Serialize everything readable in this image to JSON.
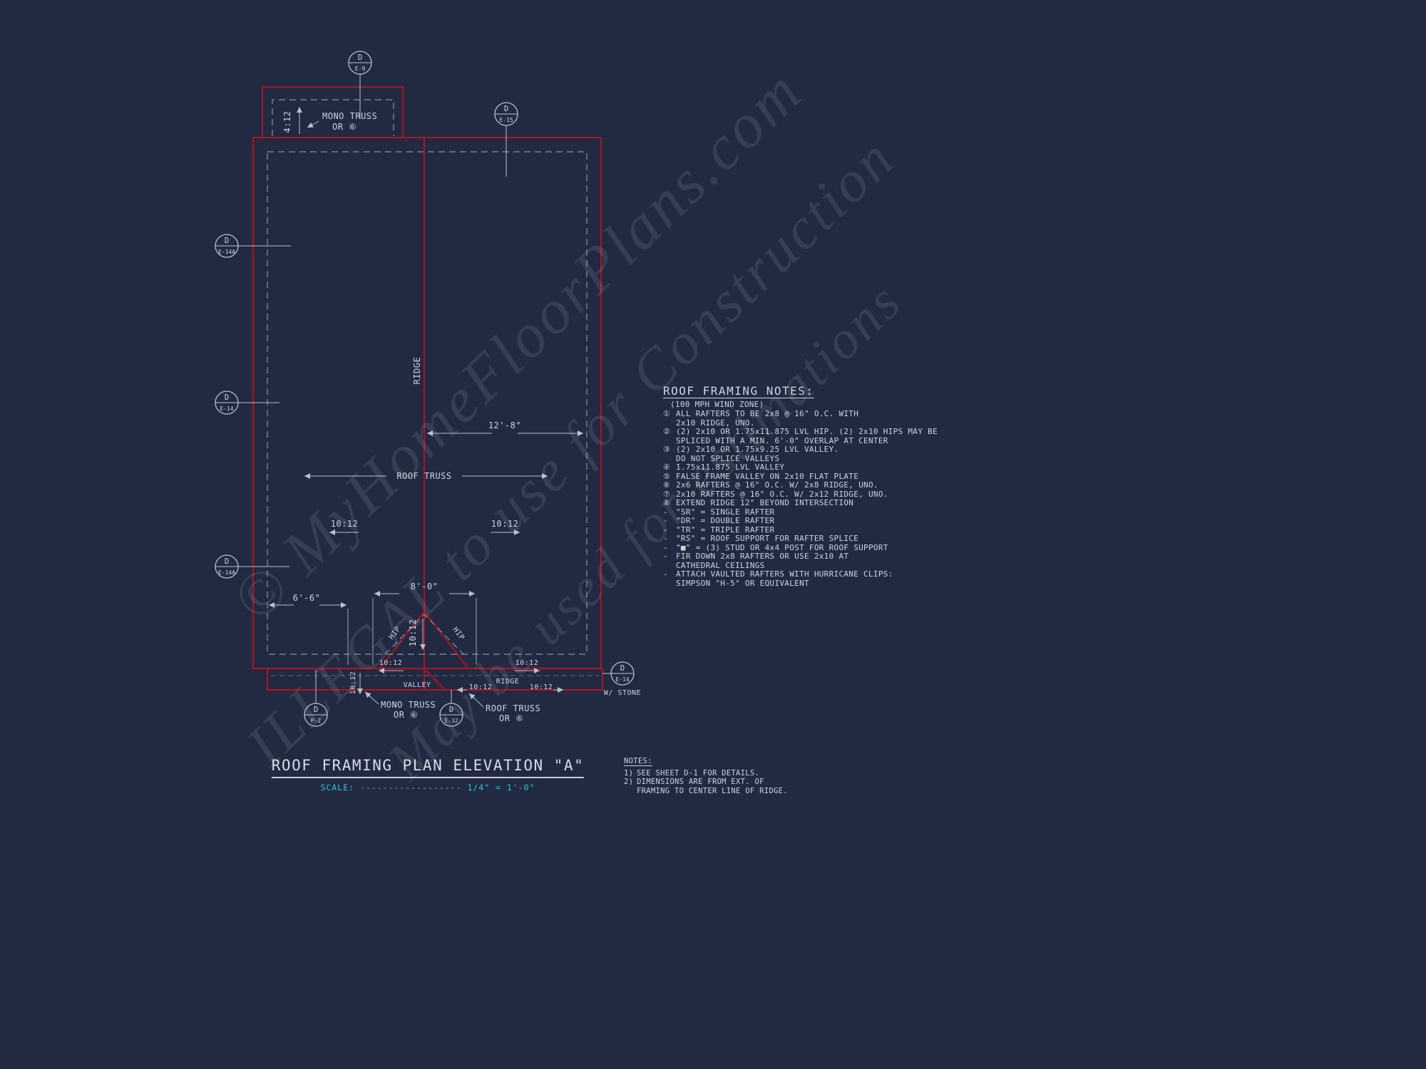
{
  "colors": {
    "background": "#212a40",
    "red_line": "#b01226",
    "line": "#b9c0d0",
    "text": "#ccd3e2",
    "scale_cyan": "#2bc7d8"
  },
  "watermark": {
    "line1": "© MyHomeFloorPlans.com",
    "line2": "ILLEGAL to use for Construction",
    "line3": "May be used for estimations"
  },
  "callouts": {
    "e9": {
      "letter": "D",
      "label": "E-9"
    },
    "e15": {
      "letter": "D",
      "label": "E-15"
    },
    "e14a_top": {
      "letter": "D",
      "label": "E-14A"
    },
    "e14_left": {
      "letter": "D",
      "label": "E-14"
    },
    "e14a_bottom": {
      "letter": "D",
      "label": "E-14A"
    },
    "p2": {
      "letter": "D",
      "label": "P-2"
    },
    "e32": {
      "letter": "D",
      "label": "E-32"
    },
    "e14_right": {
      "letter": "D",
      "label": "E-14",
      "note": "W/ STONE"
    }
  },
  "plan_labels": {
    "mono_truss_top_1": "MONO TRUSS",
    "mono_truss_top_2": "OR ⑥",
    "pitch_4_12": "4:12",
    "ridge_vertical": "RIDGE",
    "dim_12_8": "12'-8\"",
    "roof_truss": "ROOF TRUSS",
    "pitch_left": "10:12",
    "pitch_right": "10:12",
    "dim_8_0": "8'-0\"",
    "dim_6_6": "6'-6\"",
    "hip_left": "HIP",
    "hip_right": "HIP",
    "pitch_center_vertical": "10:12",
    "pitch_bottom_left": "10:12",
    "pitch_bottom_right": "10:12",
    "pitch_strip_vertical": "10:12",
    "valley": "VALLEY",
    "ridge_bottom": "RIDGE",
    "pitch_strip_left": "10:12",
    "pitch_strip_right": "10:12",
    "mono_truss_bottom_1": "MONO TRUSS",
    "mono_truss_bottom_2": "OR ⑥",
    "roof_truss_bottom_1": "ROOF TRUSS",
    "roof_truss_bottom_2": "OR ⑥"
  },
  "framing_notes": {
    "heading": "ROOF FRAMING NOTES:",
    "subheading": "(100 MPH WIND ZONE)",
    "items": [
      {
        "marker": "①",
        "text": "ALL RAFTERS TO BE 2x8 @ 16\" O.C. WITH\n2x10 RIDGE, UNO."
      },
      {
        "marker": "②",
        "text": "(2) 2x10 OR 1.75x11.875 LVL HIP. (2) 2x10 HIPS MAY BE\nSPLICED WITH A MIN. 6'-0\" OVERLAP AT CENTER"
      },
      {
        "marker": "③",
        "text": "(2) 2x10 OR 1.75x9.25 LVL VALLEY.\nDO NOT SPLICE VALLEYS"
      },
      {
        "marker": "④",
        "text": "1.75x11.875 LVL VALLEY"
      },
      {
        "marker": "⑤",
        "text": "FALSE FRAME VALLEY ON 2x10 FLAT PLATE"
      },
      {
        "marker": "⑥",
        "text": "2x6 RAFTERS @ 16\" O.C. W/ 2x8 RIDGE, UNO."
      },
      {
        "marker": "⑦",
        "text": "2x10 RAFTERS @ 16\" O.C. W/ 2x12 RIDGE, UNO."
      },
      {
        "marker": "⑧",
        "text": "EXTEND RIDGE 12\" BEYOND INTERSECTION"
      },
      {
        "marker": "-",
        "text": "\"SR\" = SINGLE RAFTER"
      },
      {
        "marker": "-",
        "text": "\"DR\" = DOUBLE RAFTER"
      },
      {
        "marker": "-",
        "text": "\"TR\" = TRIPLE RAFTER"
      },
      {
        "marker": "-",
        "text": "\"RS\" = ROOF SUPPORT FOR RAFTER SPLICE"
      },
      {
        "marker": "-",
        "text": "\"■\" = (3) STUD OR 4x4 POST FOR ROOF SUPPORT"
      },
      {
        "marker": "-",
        "text": "FIR DOWN 2x8 RAFTERS OR USE 2x10 AT\nCATHEDRAL CEILINGS"
      },
      {
        "marker": "-",
        "text": "ATTACH VAULTED RAFTERS WITH HURRICANE CLIPS:\nSIMPSON \"H-5\" OR EQUIVALENT"
      }
    ]
  },
  "sheet_notes": {
    "heading": "NOTES:",
    "items": [
      {
        "marker": "1)",
        "text": "SEE SHEET D-1 FOR DETAILS."
      },
      {
        "marker": "2)",
        "text": "DIMENSIONS ARE FROM EXT. OF\nFRAMING TO CENTER LINE OF RIDGE."
      }
    ]
  },
  "title_block": {
    "title": "ROOF FRAMING PLAN ELEVATION \"A\"",
    "scale": "SCALE: ------------------ 1/4\" = 1'-0\""
  }
}
